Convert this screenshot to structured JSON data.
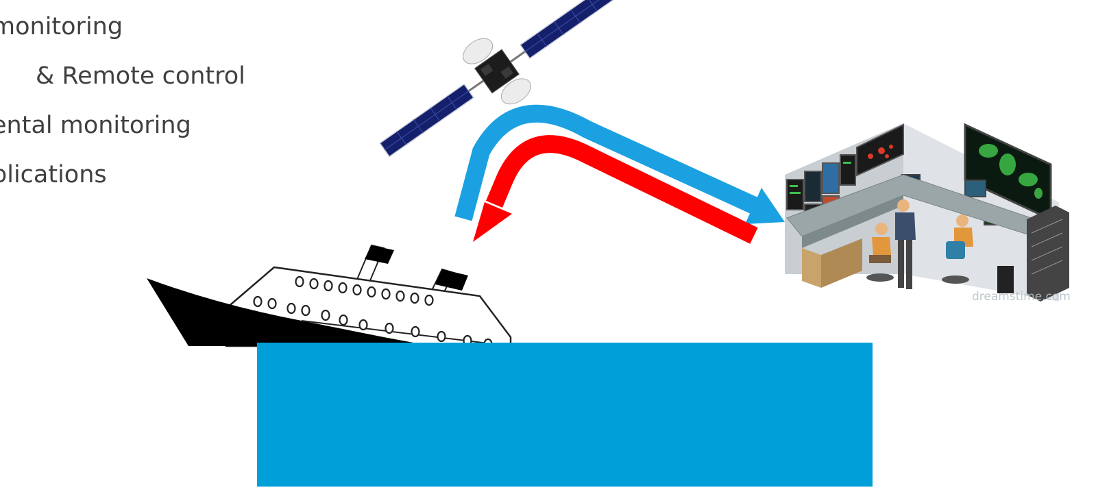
{
  "bullets": [
    {
      "text": "monitoring"
    },
    {
      "text": "& Remote control"
    },
    {
      "text": "ental monitoring"
    },
    {
      "text": "plications"
    }
  ],
  "watermark": "dreamstime.com",
  "colors": {
    "uplink_arrow": "#1ba1e2",
    "downlink_arrow": "#ff0000",
    "sea": "#009fd9",
    "ship_hull": "#000000",
    "text": "#404040"
  },
  "icons": [
    "satellite-icon",
    "ship-icon",
    "control-room-icon"
  ]
}
